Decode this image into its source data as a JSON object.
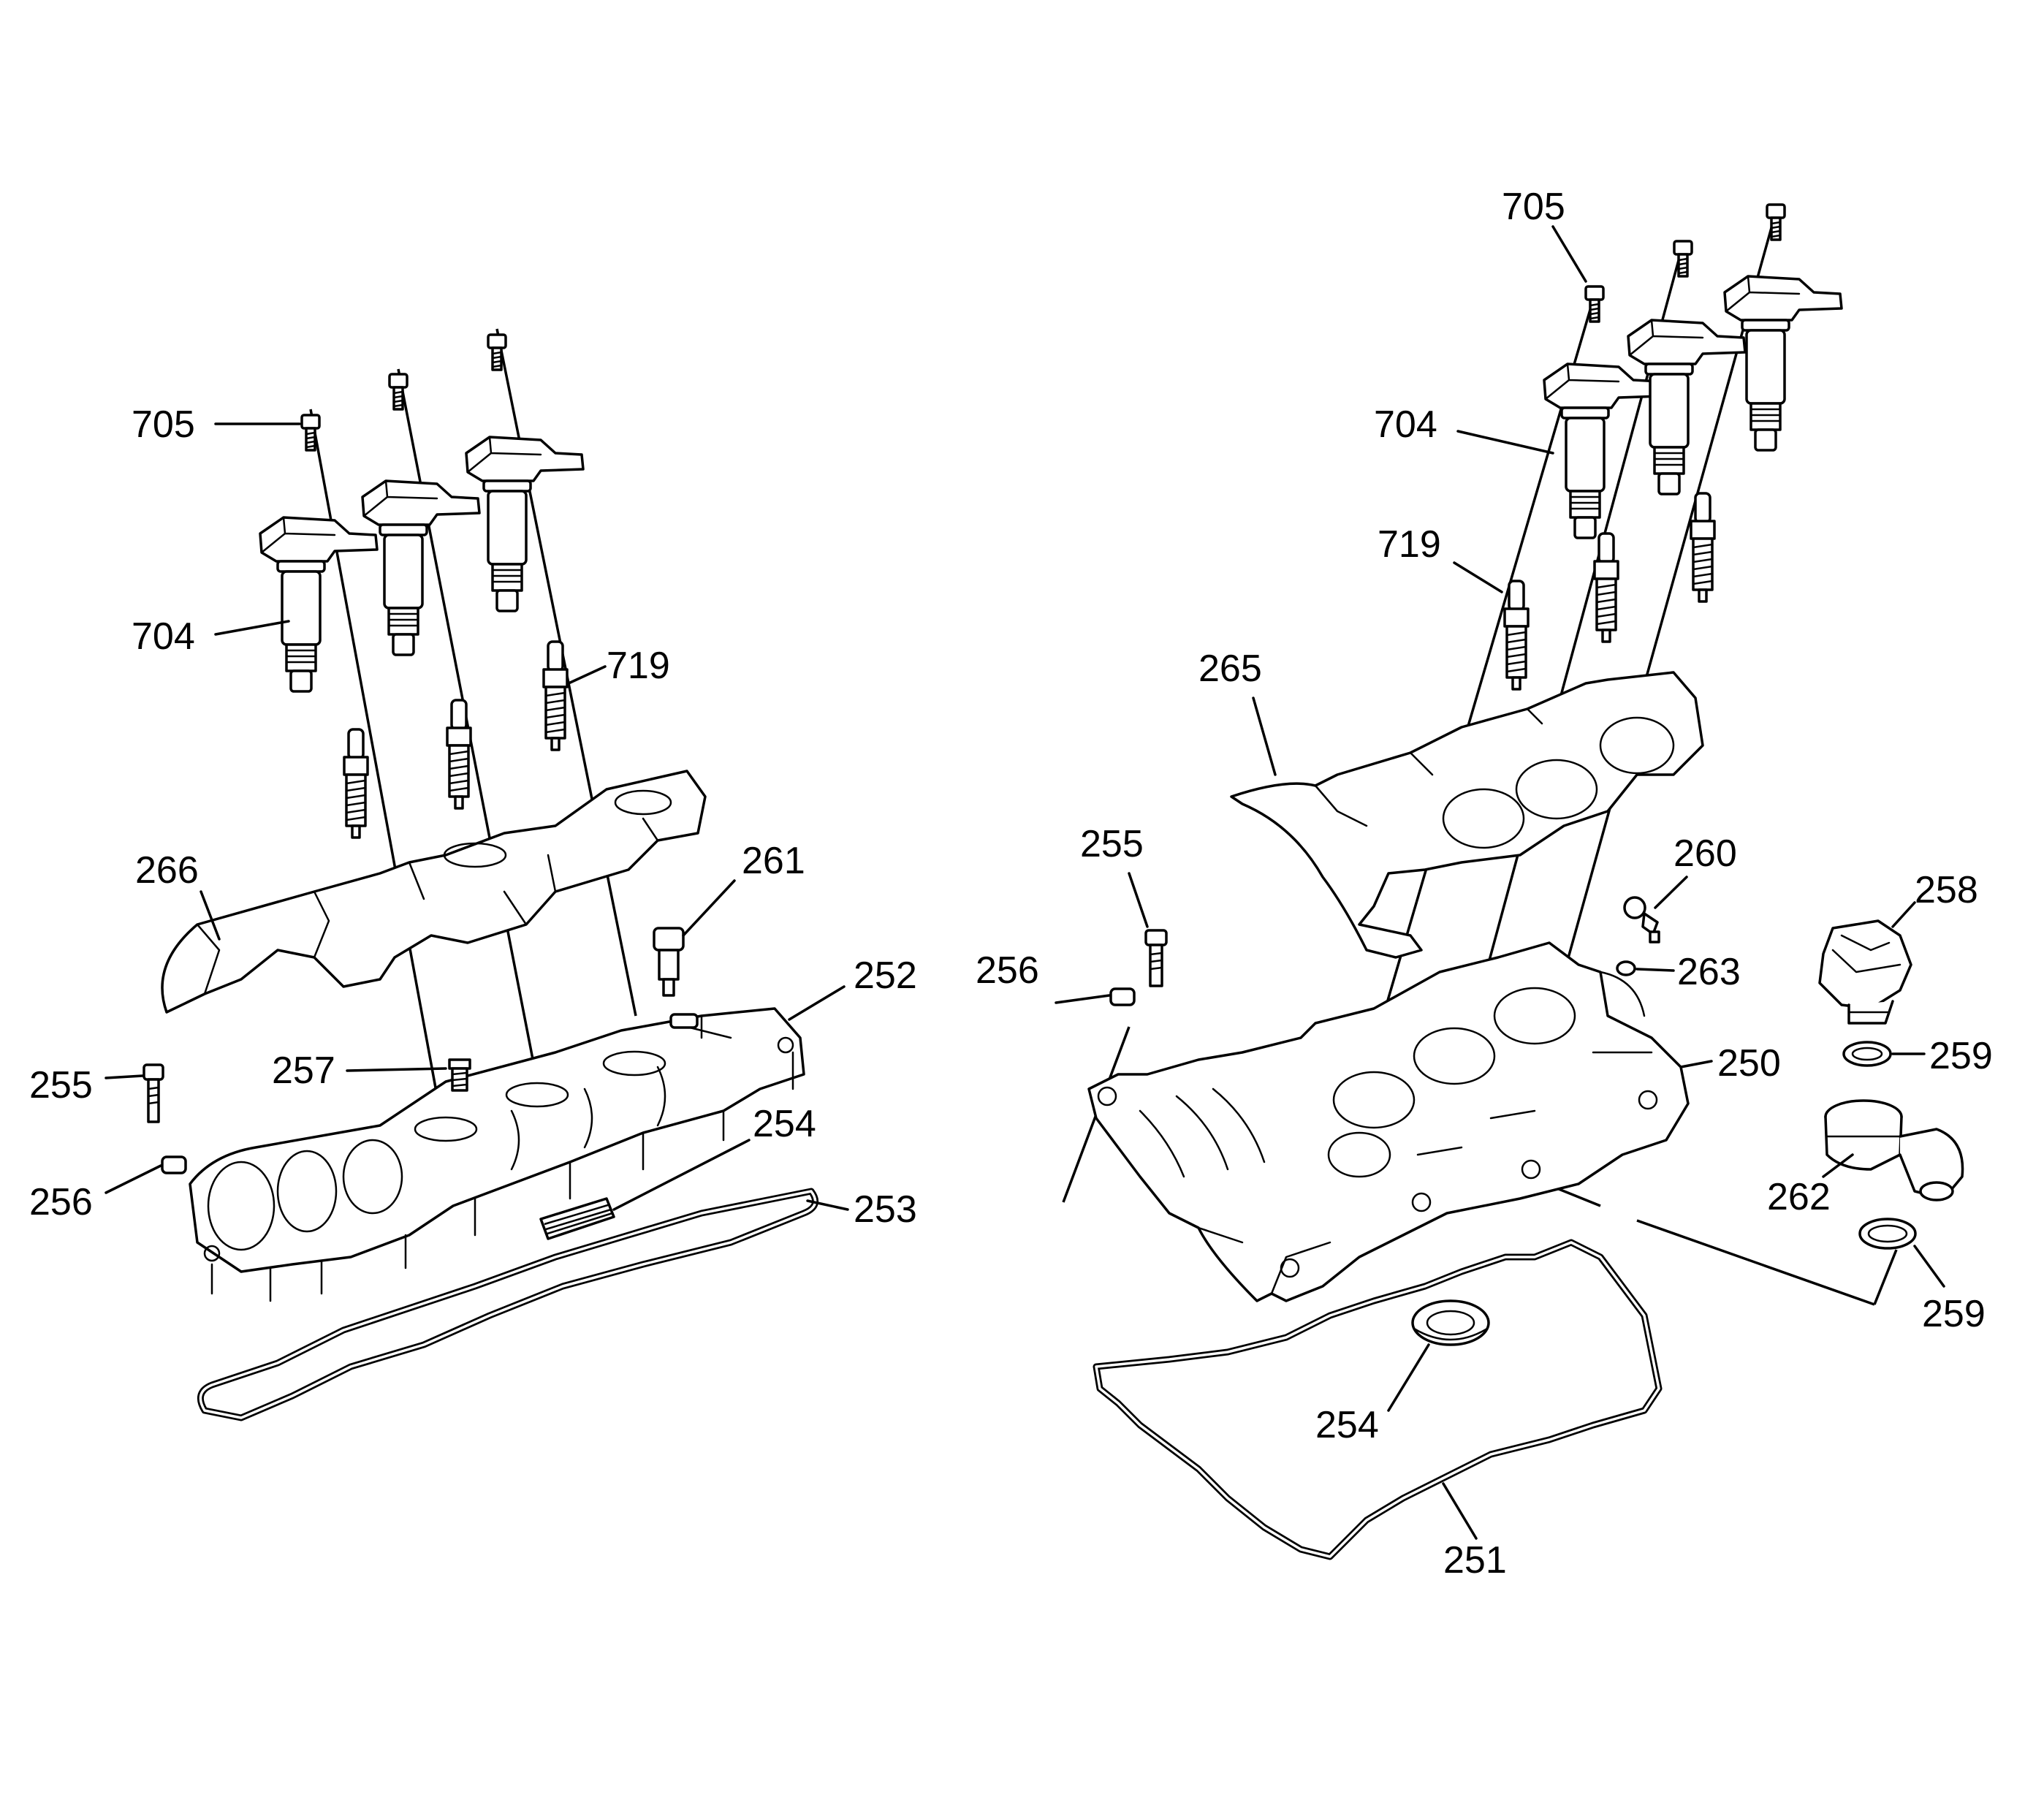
{
  "callouts": {
    "left": {
      "c705": "705",
      "c704": "704",
      "c719": "719",
      "c266": "266",
      "c261": "261",
      "c252": "252",
      "c257": "257",
      "c255": "255",
      "c256": "256",
      "c254": "254",
      "c253": "253"
    },
    "right": {
      "c705": "705",
      "c704": "704",
      "c719": "719",
      "c265": "265",
      "c255": "255",
      "c256": "256",
      "c260": "260",
      "c263": "263",
      "c258": "258",
      "c259a": "259",
      "c250": "250",
      "c262": "262",
      "c259b": "259",
      "c254": "254",
      "c251": "251"
    }
  }
}
